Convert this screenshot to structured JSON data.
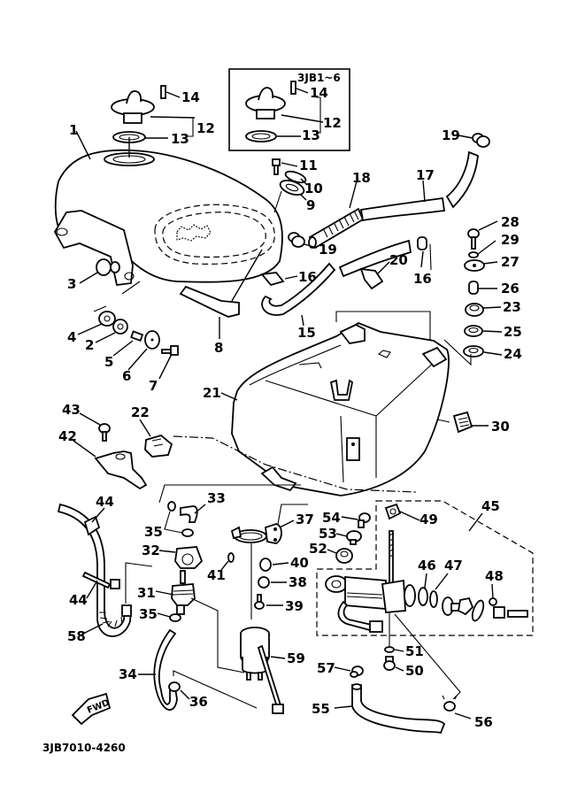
{
  "diagram": {
    "title": "Fuel Tank Assembly Exploded Parts Diagram",
    "drawing_number": "3JB7010-4260",
    "inset_label": "3JB1~6",
    "direction_indicator": "FWD",
    "callouts": [
      {
        "id": "c1",
        "text": "1"
      },
      {
        "id": "c2",
        "text": "2"
      },
      {
        "id": "c3",
        "text": "3"
      },
      {
        "id": "c4",
        "text": "4"
      },
      {
        "id": "c5",
        "text": "5"
      },
      {
        "id": "c6",
        "text": "6"
      },
      {
        "id": "c7",
        "text": "7"
      },
      {
        "id": "c8",
        "text": "8"
      },
      {
        "id": "c9",
        "text": "9"
      },
      {
        "id": "c10",
        "text": "10"
      },
      {
        "id": "c11",
        "text": "11"
      },
      {
        "id": "c12",
        "text": "12"
      },
      {
        "id": "c12b",
        "text": "12"
      },
      {
        "id": "c13",
        "text": "13"
      },
      {
        "id": "c13b",
        "text": "13"
      },
      {
        "id": "c14",
        "text": "14"
      },
      {
        "id": "c14b",
        "text": "14"
      },
      {
        "id": "c15",
        "text": "15"
      },
      {
        "id": "c16",
        "text": "16"
      },
      {
        "id": "c16b",
        "text": "16"
      },
      {
        "id": "c17",
        "text": "17"
      },
      {
        "id": "c18",
        "text": "18"
      },
      {
        "id": "c19",
        "text": "19"
      },
      {
        "id": "c19b",
        "text": "19"
      },
      {
        "id": "c20",
        "text": "20"
      },
      {
        "id": "c21",
        "text": "21"
      },
      {
        "id": "c22",
        "text": "22"
      },
      {
        "id": "c23",
        "text": "23"
      },
      {
        "id": "c24",
        "text": "24"
      },
      {
        "id": "c25",
        "text": "25"
      },
      {
        "id": "c26",
        "text": "26"
      },
      {
        "id": "c27",
        "text": "27"
      },
      {
        "id": "c28",
        "text": "28"
      },
      {
        "id": "c29",
        "text": "29"
      },
      {
        "id": "c30",
        "text": "30"
      },
      {
        "id": "c31",
        "text": "31"
      },
      {
        "id": "c32",
        "text": "32"
      },
      {
        "id": "c33",
        "text": "33"
      },
      {
        "id": "c34",
        "text": "34"
      },
      {
        "id": "c35",
        "text": "35"
      },
      {
        "id": "c35b",
        "text": "35"
      },
      {
        "id": "c36",
        "text": "36"
      },
      {
        "id": "c37",
        "text": "37"
      },
      {
        "id": "c38",
        "text": "38"
      },
      {
        "id": "c39",
        "text": "39"
      },
      {
        "id": "c40",
        "text": "40"
      },
      {
        "id": "c41",
        "text": "41"
      },
      {
        "id": "c42",
        "text": "42"
      },
      {
        "id": "c43",
        "text": "43"
      },
      {
        "id": "c44",
        "text": "44"
      },
      {
        "id": "c44b",
        "text": "44"
      },
      {
        "id": "c45",
        "text": "45"
      },
      {
        "id": "c46",
        "text": "46"
      },
      {
        "id": "c47",
        "text": "47"
      },
      {
        "id": "c48",
        "text": "48"
      },
      {
        "id": "c49",
        "text": "49"
      },
      {
        "id": "c50",
        "text": "50"
      },
      {
        "id": "c51",
        "text": "51"
      },
      {
        "id": "c52",
        "text": "52"
      },
      {
        "id": "c53",
        "text": "53"
      },
      {
        "id": "c54",
        "text": "54"
      },
      {
        "id": "c55",
        "text": "55"
      },
      {
        "id": "c56",
        "text": "56"
      },
      {
        "id": "c57",
        "text": "57"
      },
      {
        "id": "c58",
        "text": "58"
      },
      {
        "id": "c59",
        "text": "59"
      }
    ]
  }
}
